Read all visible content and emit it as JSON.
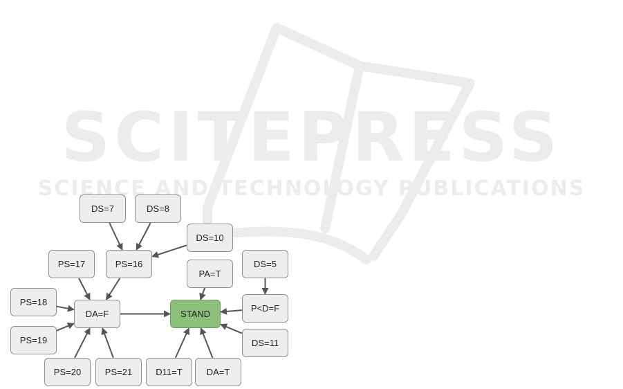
{
  "watermark": {
    "title": "SCITEPRESS",
    "subtitle": "SCIENCE AND TECHNOLOGY PUBLICATIONS"
  },
  "colors": {
    "node_fill": "#eeeeee",
    "node_border": "#8e8e8e",
    "goal_fill": "#8cc07a",
    "edge": "#555555",
    "watermark": "#ececec"
  },
  "nodes": {
    "ds7": "DS=7",
    "ds8": "DS=8",
    "ds10": "DS=10",
    "ps16": "PS=16",
    "ps17": "PS=17",
    "pa_t": "PA=T",
    "ds5": "DS=5",
    "ps18": "PS=18",
    "da_f": "DA=F",
    "stand": "STAND",
    "p_lt_d_f": "P<D=F",
    "ps19": "PS=19",
    "ds11": "DS=11",
    "ps20": "PS=20",
    "ps21": "PS=21",
    "d11_t": "D11=T",
    "da_t": "DA=T"
  },
  "edges": [
    [
      "ds7",
      "ps16"
    ],
    [
      "ds8",
      "ps16"
    ],
    [
      "ds10",
      "ps16"
    ],
    [
      "ps17",
      "da_f"
    ],
    [
      "ps16",
      "da_f"
    ],
    [
      "ps18",
      "da_f"
    ],
    [
      "ps19",
      "da_f"
    ],
    [
      "ps20",
      "da_f"
    ],
    [
      "ps21",
      "da_f"
    ],
    [
      "da_f",
      "stand"
    ],
    [
      "pa_t",
      "stand"
    ],
    [
      "ds5",
      "p_lt_d_f"
    ],
    [
      "p_lt_d_f",
      "stand"
    ],
    [
      "ds11",
      "stand"
    ],
    [
      "d11_t",
      "stand"
    ],
    [
      "da_t",
      "stand"
    ]
  ]
}
